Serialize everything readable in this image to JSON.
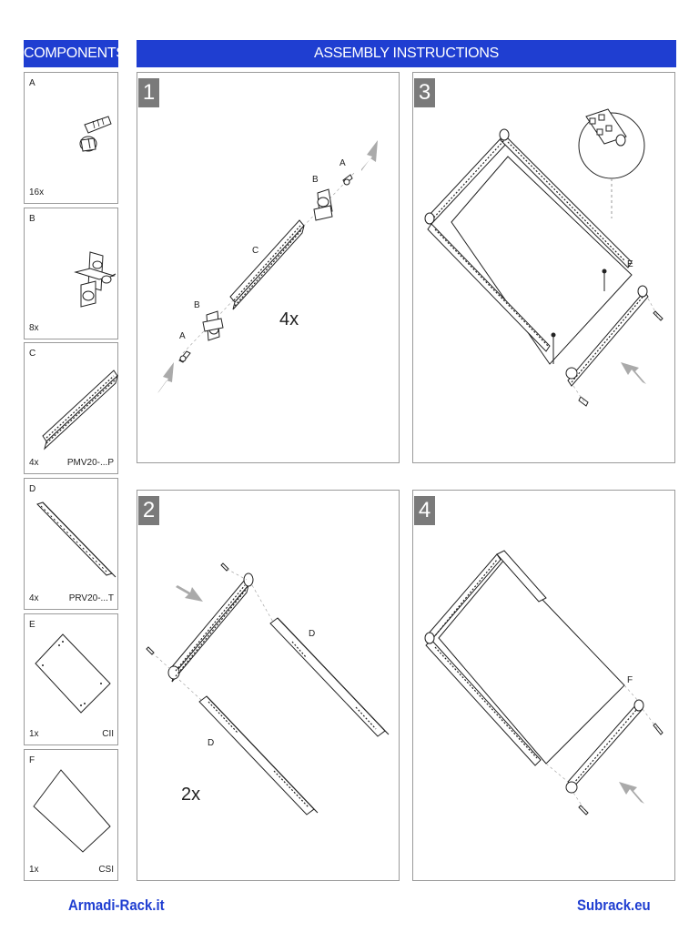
{
  "header": {
    "components_title": "COMPONENTS",
    "instructions_title": "ASSEMBLY INSTRUCTIONS"
  },
  "components": [
    {
      "letter": "A",
      "qty": "16x",
      "code": ""
    },
    {
      "letter": "B",
      "qty": "8x",
      "code": ""
    },
    {
      "letter": "C",
      "qty": "4x",
      "code": "PMV20-...P"
    },
    {
      "letter": "D",
      "qty": "4x",
      "code": "PRV20-...T"
    },
    {
      "letter": "E",
      "qty": "1x",
      "code": "CII"
    },
    {
      "letter": "F",
      "qty": "1x",
      "code": "CSI"
    }
  ],
  "steps": {
    "step1": {
      "number": "1",
      "multiplier": "4x",
      "labels": {
        "a_top": "A",
        "b_top": "B",
        "c": "C",
        "b_bottom": "B",
        "a_bottom": "A"
      }
    },
    "step2": {
      "number": "2",
      "multiplier": "2x",
      "labels": {
        "d_top": "D",
        "d_bottom": "D"
      }
    },
    "step3": {
      "number": "3",
      "labels": {
        "e": "E"
      }
    },
    "step4": {
      "number": "4",
      "labels": {
        "f": "F"
      }
    }
  },
  "footer": {
    "left_brand": "Armadi-Rack.it",
    "right_brand": "Subrack.eu"
  },
  "colors": {
    "accent": "#1f3ed1",
    "step_badge": "#7a7a7a",
    "arrow": "#aaaaaa"
  }
}
